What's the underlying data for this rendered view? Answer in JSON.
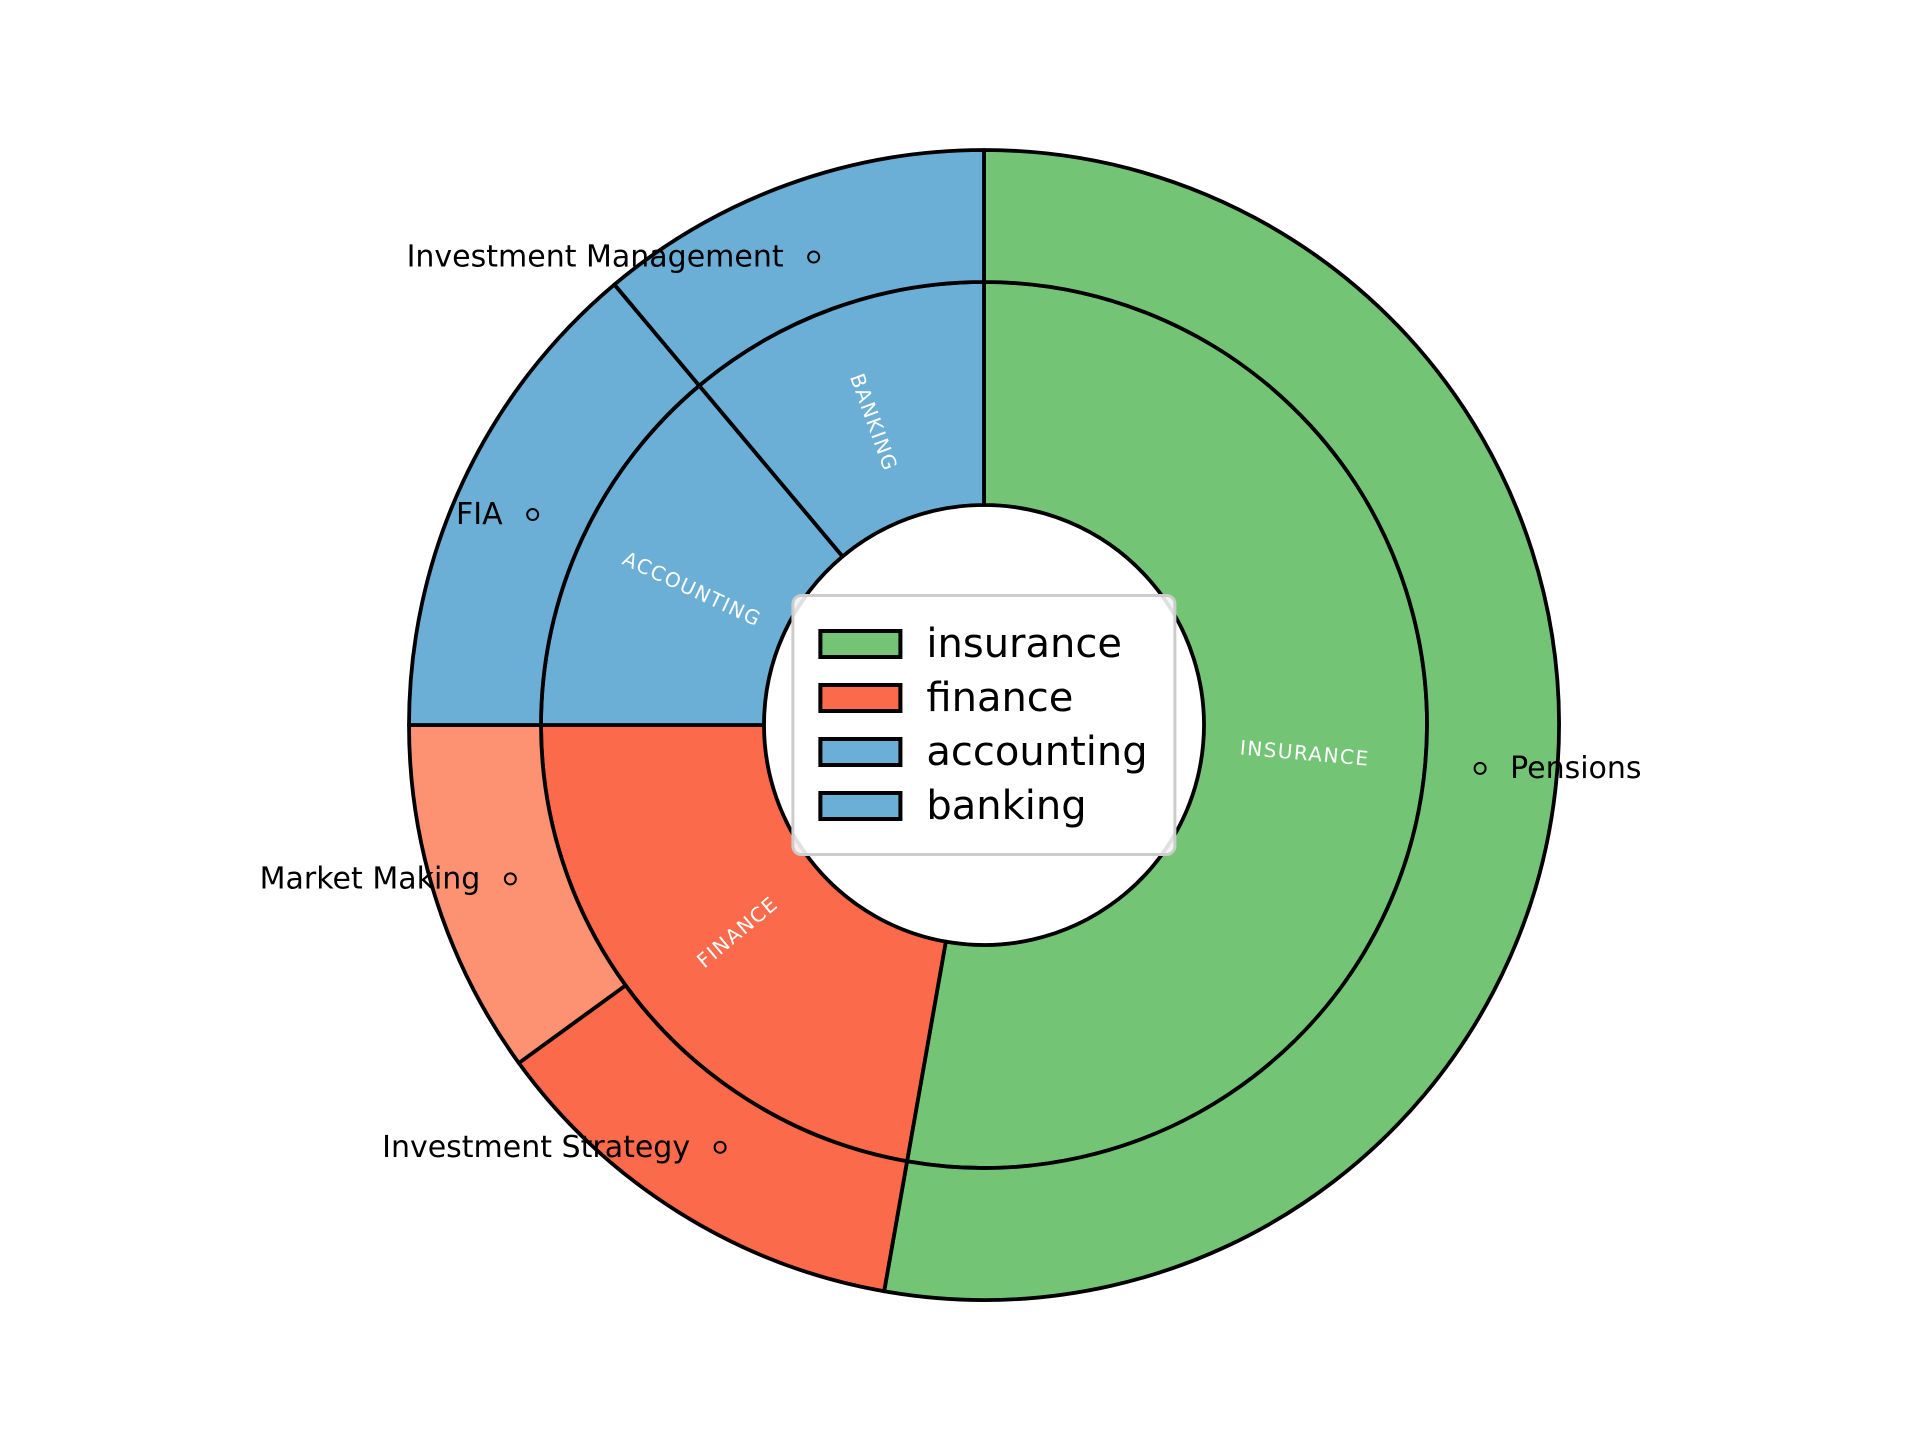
{
  "figure": {
    "background": "#ffffff",
    "edge_color": "#000000",
    "marker_glyph": "◦"
  },
  "chart_data": {
    "type": "pie",
    "subtype": "sunburst-nested-donut-2-rings",
    "title": "",
    "start_angle_deg": 90,
    "direction": "clockwise",
    "rings": [
      {
        "name": "inner",
        "label_color": "#ffffff",
        "segments": [
          {
            "label": "INSURANCE",
            "category": "insurance",
            "value": 95,
            "span_deg": 190,
            "color": "#74c476"
          },
          {
            "label": "FINANCE",
            "category": "finance",
            "value": 40,
            "span_deg": 80,
            "color": "#fb6a4a"
          },
          {
            "label": "ACCOUNTING",
            "category": "accounting",
            "value": 25,
            "span_deg": 50,
            "color": "#6baed6"
          },
          {
            "label": "BANKING",
            "category": "banking",
            "value": 20,
            "span_deg": 40,
            "color": "#6baed6"
          }
        ]
      },
      {
        "name": "outer",
        "label_color": "#000000",
        "segments": [
          {
            "label": "Pensions",
            "parent": "insurance",
            "value": 95,
            "span_deg": 190,
            "color": "#74c476"
          },
          {
            "label": "Investment Strategy",
            "parent": "finance",
            "value": 22,
            "span_deg": 44,
            "color": "#fb6a4a"
          },
          {
            "label": "Market Making",
            "parent": "finance",
            "value": 18,
            "span_deg": 36,
            "color": "#fc9272"
          },
          {
            "label": "FIA",
            "parent": "accounting",
            "value": 25,
            "span_deg": 50,
            "color": "#6baed6"
          },
          {
            "label": "Investment Management",
            "parent": "banking",
            "value": 20,
            "span_deg": 40,
            "color": "#6baed6"
          }
        ]
      }
    ],
    "legend": {
      "position": "center",
      "items": [
        {
          "label": "insurance",
          "color": "#74c476"
        },
        {
          "label": "finance",
          "color": "#fb6a4a"
        },
        {
          "label": "accounting",
          "color": "#6baed6"
        },
        {
          "label": "banking",
          "color": "#6baed6"
        }
      ]
    }
  }
}
